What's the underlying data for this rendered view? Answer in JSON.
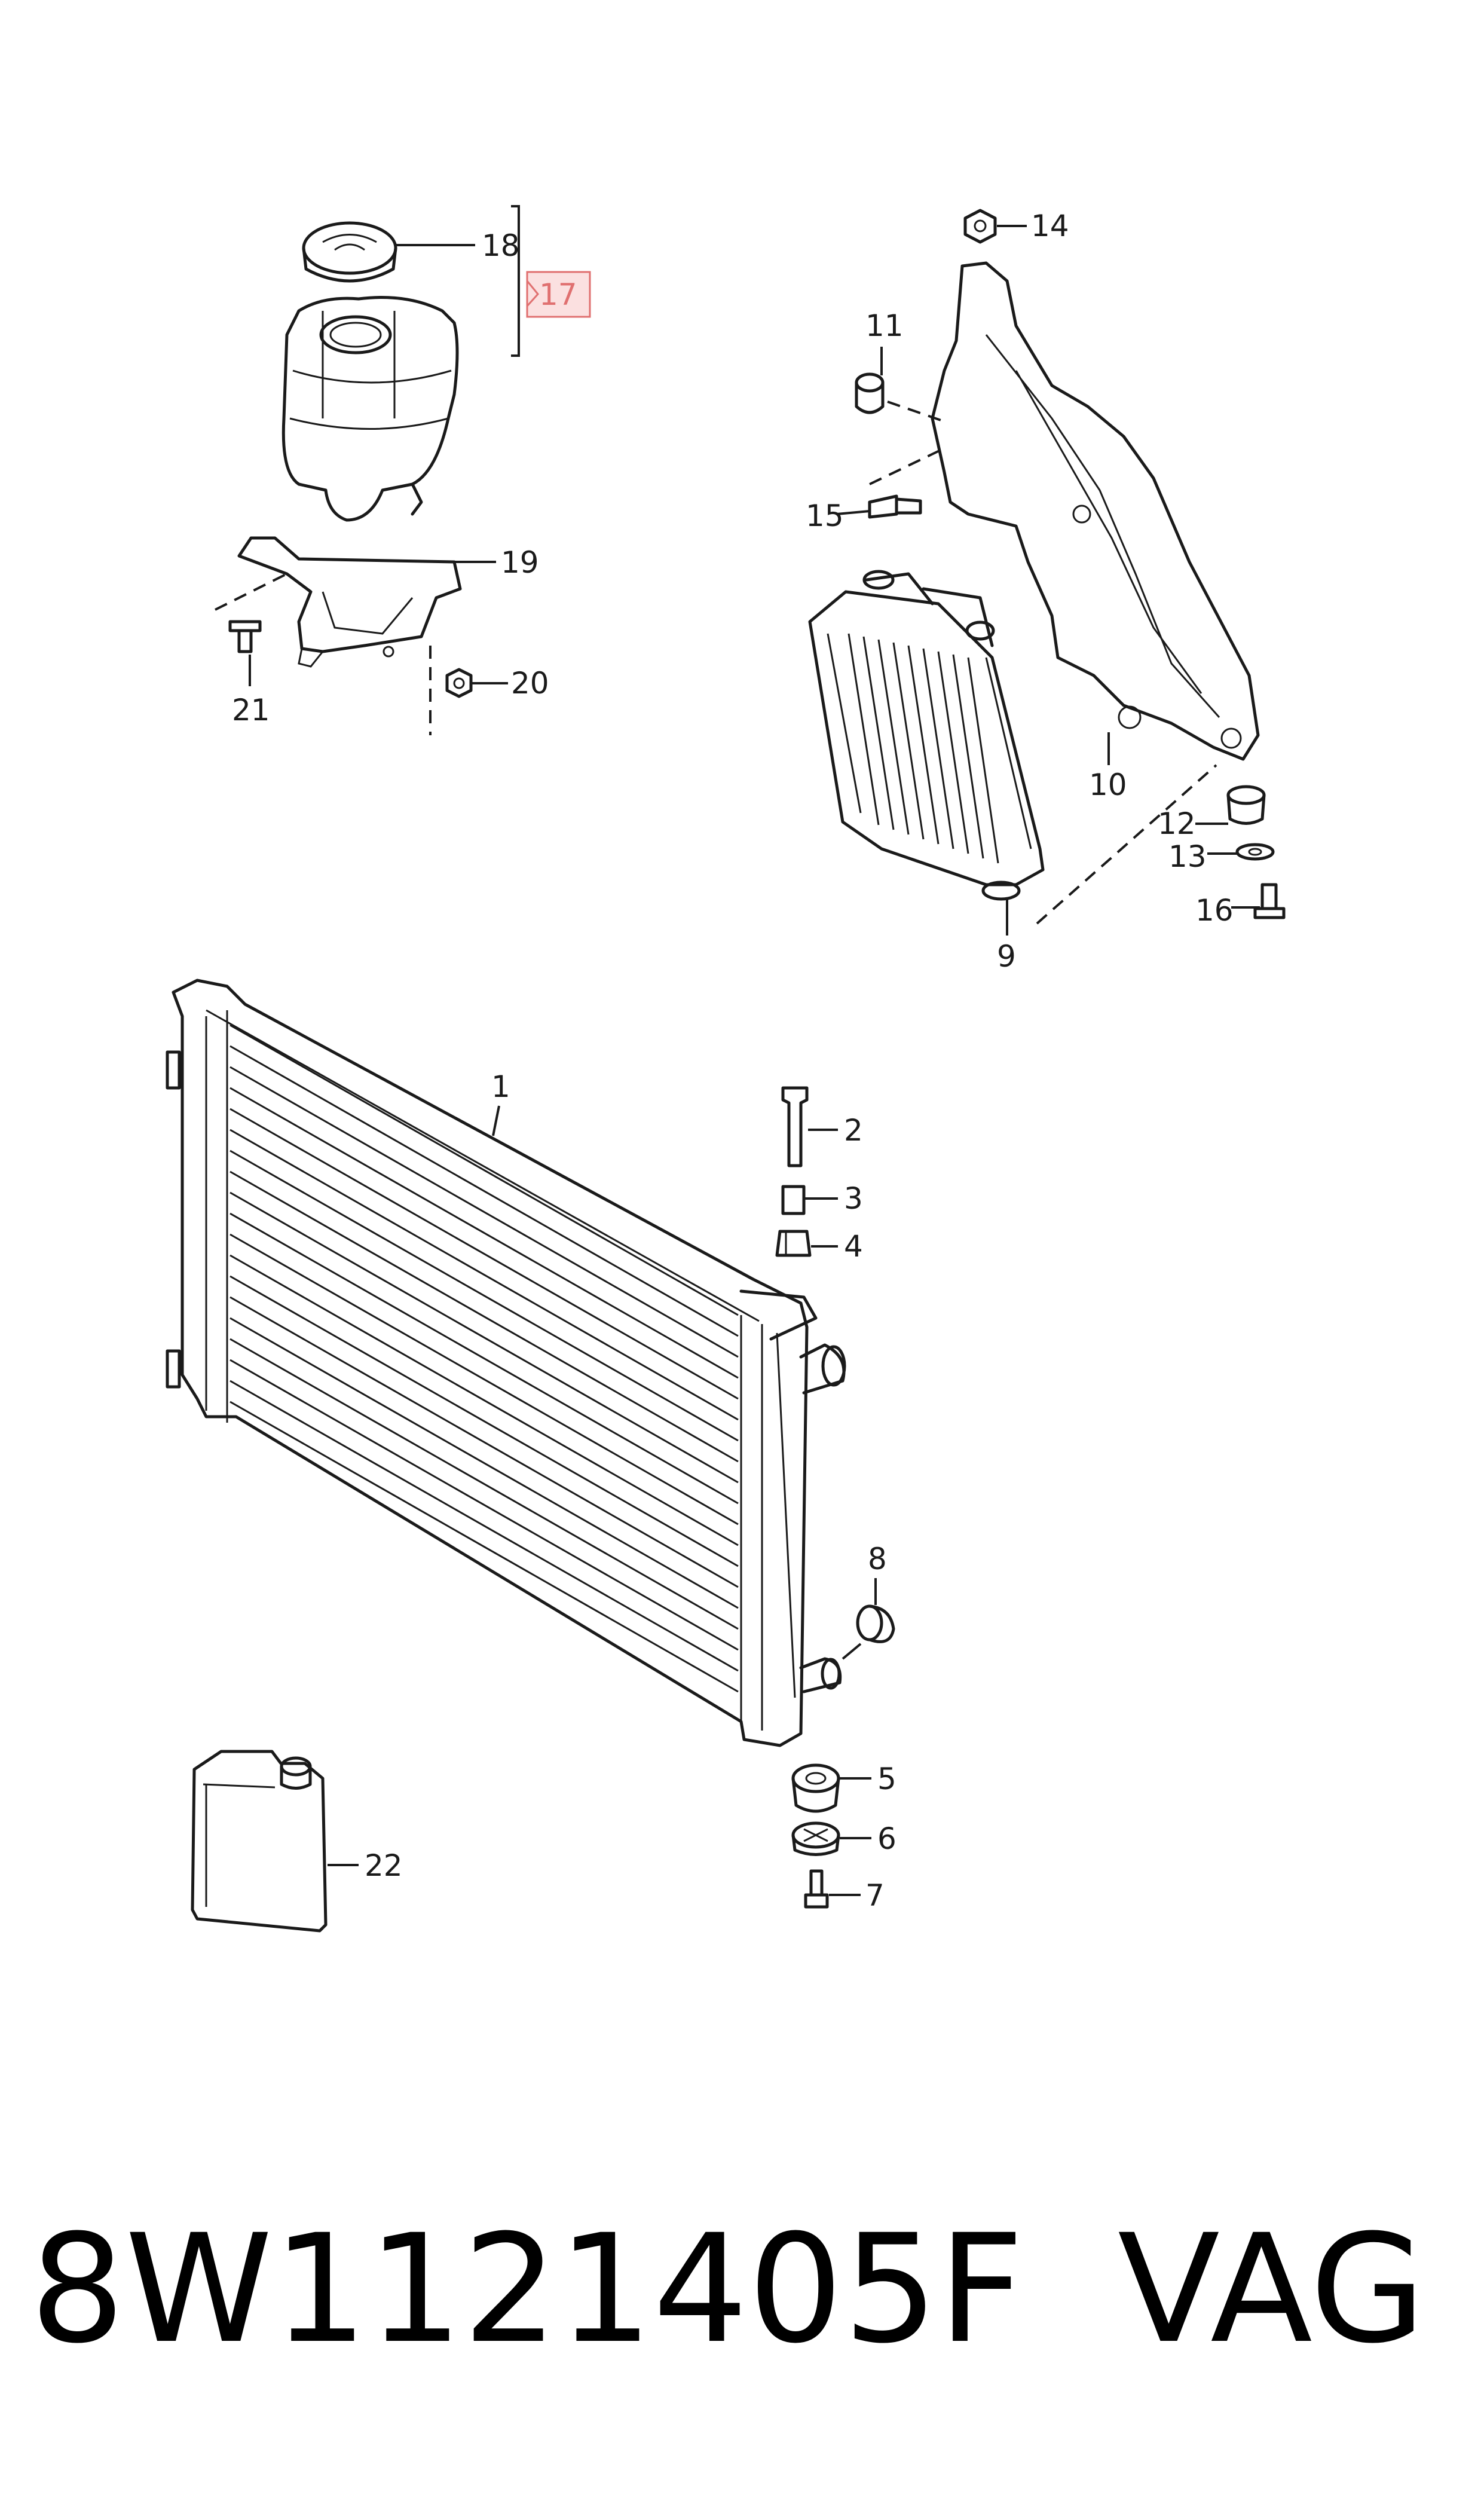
{
  "callouts": {
    "c1": "1",
    "c2": "2",
    "c3": "3",
    "c4": "4",
    "c5": "5",
    "c6": "6",
    "c7": "7",
    "c8": "8",
    "c9": "9",
    "c10": "10",
    "c11": "11",
    "c12": "12",
    "c13": "13",
    "c14": "14",
    "c15": "15",
    "c16": "16",
    "c17": "17",
    "c18": "18",
    "c19": "19",
    "c20": "20",
    "c21": "21",
    "c22": "22"
  },
  "highlight_color": "#e07070",
  "highlight_fill": "#fbe0e0",
  "footer": {
    "part_number": "8W1121405F",
    "brand": "VAG"
  }
}
